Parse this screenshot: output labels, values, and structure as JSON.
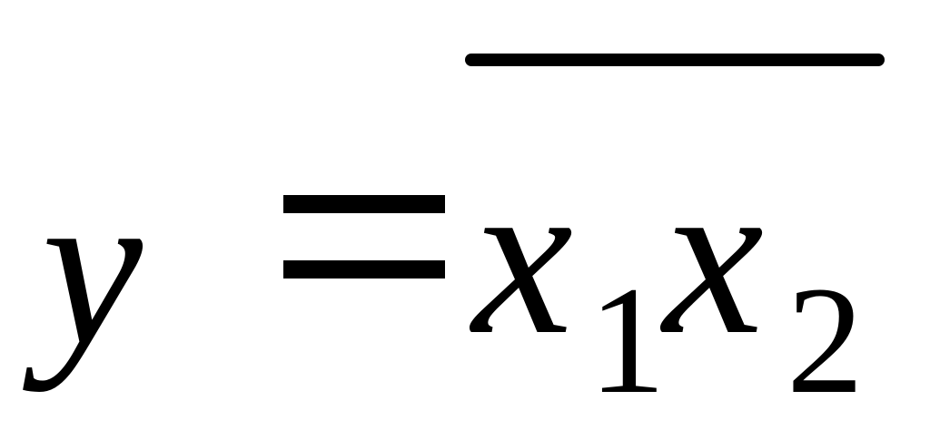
{
  "formula": {
    "lhs_variable": "y",
    "equals_sign": "=",
    "term1_variable": "x",
    "term1_subscript": "1",
    "term2_variable": "x",
    "term2_subscript": "2",
    "negated_product": true
  },
  "colors": {
    "ink": "#000000",
    "background": "#ffffff"
  }
}
